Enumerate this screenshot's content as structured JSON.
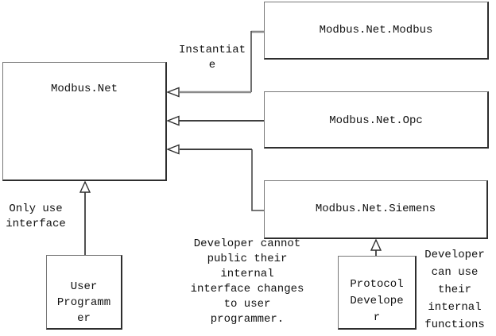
{
  "boxes": {
    "modbus_net": "Modbus.Net",
    "modbus_net_modbus": "Modbus.Net.Modbus",
    "modbus_net_opc": "Modbus.Net.Opc",
    "modbus_net_siemens": "Modbus.Net.Siemens",
    "user_programmer": "User\nProgramm\ner",
    "protocol_developer": "Protocol\nDevelope\nr"
  },
  "annotations": {
    "instantiate": "Instantiat\ne",
    "only_use_interface": "Only use\ninterface",
    "developer_cannot": "Developer cannot\npublic their\ninternal\ninterface changes\nto user\nprogrammer.",
    "developer_can": "Developer\ncan use\ntheir\ninternal\nfunctions"
  },
  "colors": {
    "background": "#ffffff",
    "box_border_light": "#787878",
    "box_border_dark": "#2e2e2e",
    "connector_dark": "#3f3f3f",
    "connector_gray": "#8a8a8a",
    "arrowhead_fill": "#ffffff",
    "arrowhead_stroke": "#2f2f2f",
    "text": "#111111"
  }
}
